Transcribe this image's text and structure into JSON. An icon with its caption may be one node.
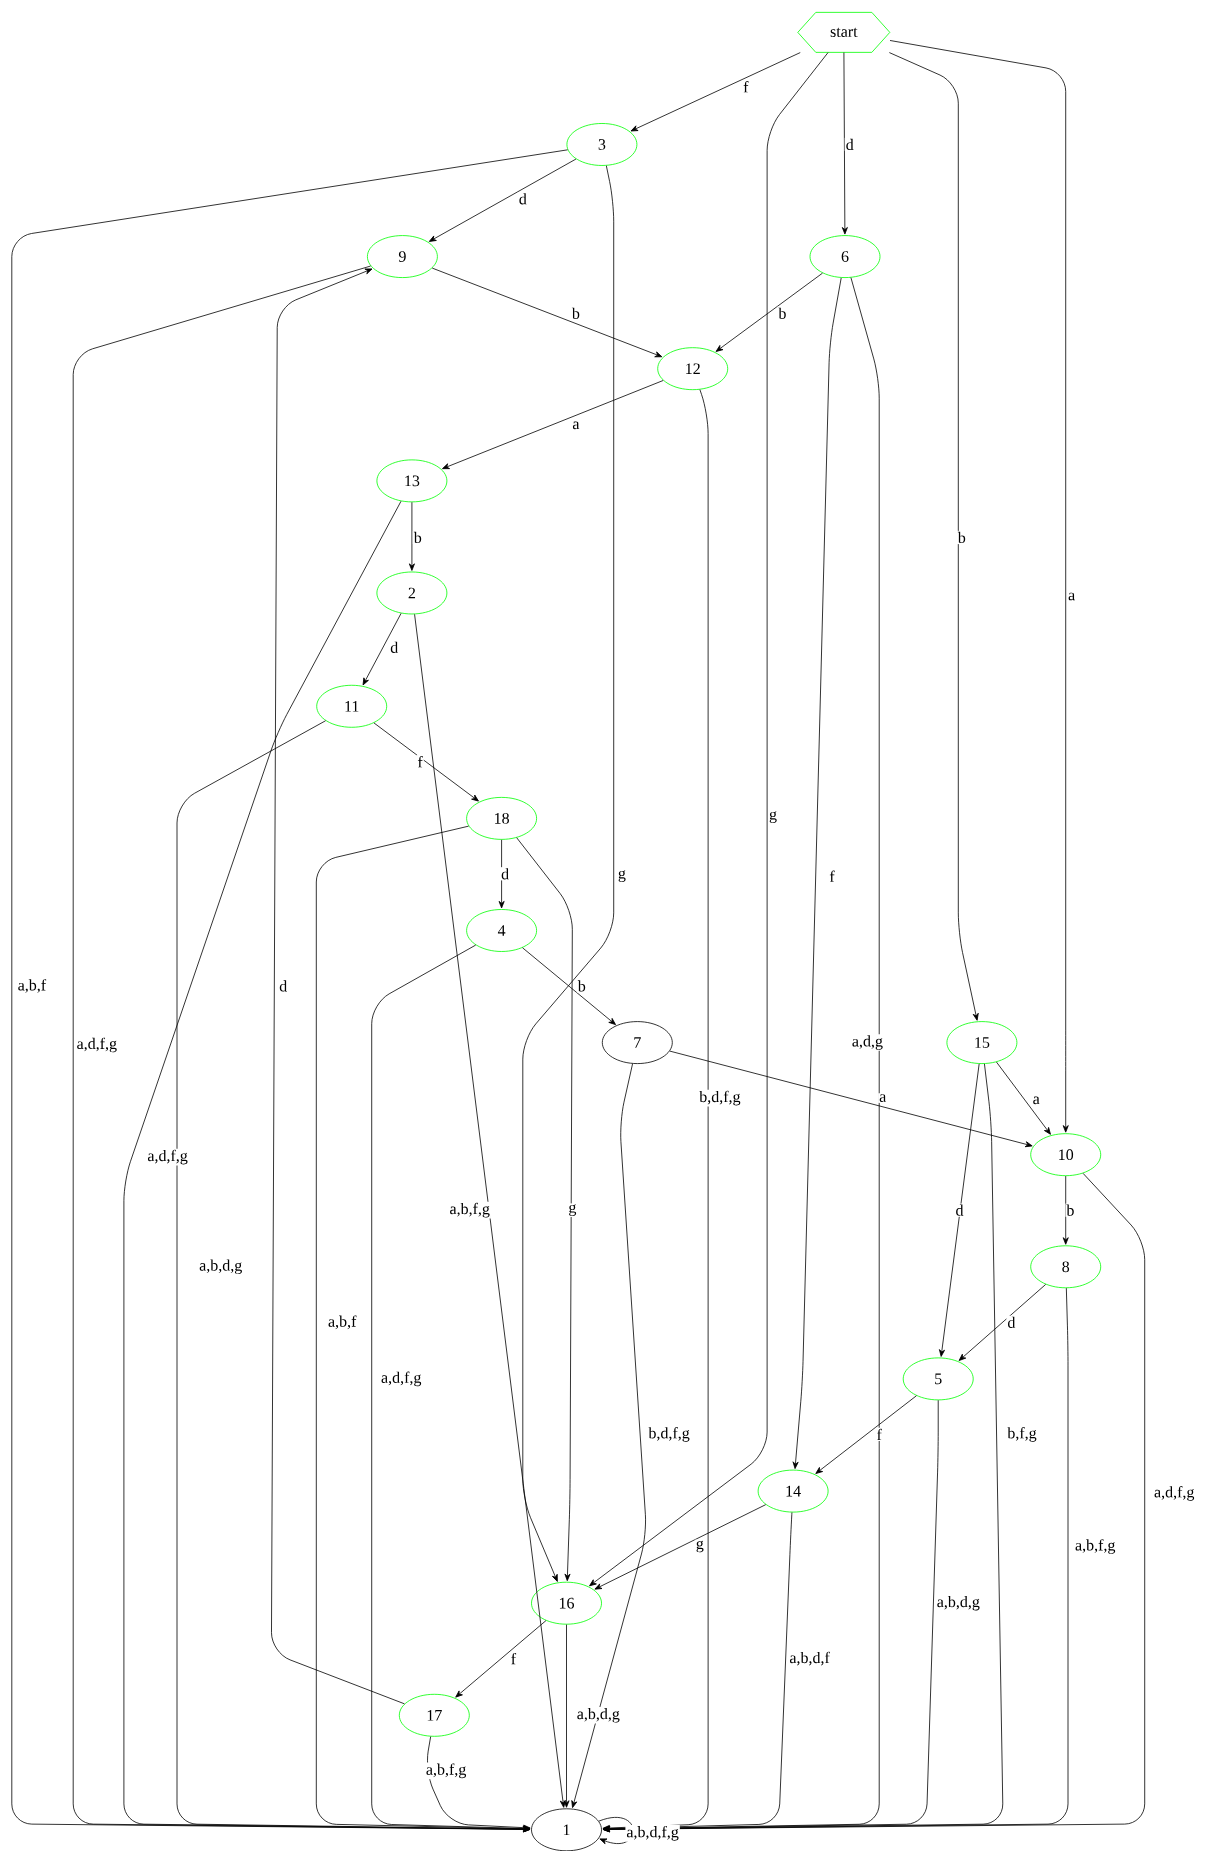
{
  "diagram": {
    "nodes": [
      {
        "text": [
          "start"
        ]
      },
      {
        "text": [
          "3"
        ]
      },
      {
        "text": [
          "6"
        ]
      },
      {
        "text": [
          "9"
        ]
      },
      {
        "text": [
          "12"
        ]
      },
      {
        "text": [
          "13"
        ]
      },
      {
        "text": [
          "2"
        ]
      },
      {
        "text": [
          "11"
        ]
      },
      {
        "text": [
          "18"
        ]
      },
      {
        "text": [
          "4"
        ]
      },
      {
        "text": [
          "7"
        ]
      },
      {
        "text": [
          "15"
        ]
      },
      {
        "text": [
          "10"
        ]
      },
      {
        "text": [
          "8"
        ]
      },
      {
        "text": [
          "5"
        ]
      },
      {
        "text": [
          "14"
        ]
      },
      {
        "text": [
          "16"
        ]
      },
      {
        "text": [
          "17"
        ]
      },
      {
        "text": [
          "1"
        ]
      }
    ],
    "edges": [
      {
        "from": 0,
        "to": 1,
        "arrow": "to",
        "label": "f"
      },
      {
        "from": 0,
        "to": 16,
        "arrow": "to",
        "label": "g"
      },
      {
        "from": 0,
        "to": 2,
        "arrow": "to",
        "label": "d"
      },
      {
        "from": 0,
        "to": 11,
        "arrow": "to",
        "label": "b"
      },
      {
        "from": 0,
        "to": 12,
        "arrow": "to",
        "label": "a"
      },
      {
        "from": 1,
        "to": 18,
        "arrow": "to",
        "label": "a,b,f"
      },
      {
        "from": 1,
        "to": 3,
        "arrow": "to",
        "label": "d"
      },
      {
        "from": 1,
        "to": 16,
        "arrow": "to",
        "label": "g"
      },
      {
        "from": 3,
        "to": 18,
        "arrow": "to",
        "label": "a,d,f,g"
      },
      {
        "from": 3,
        "to": 4,
        "arrow": "to",
        "label": "b"
      },
      {
        "from": 2,
        "to": 4,
        "arrow": "to",
        "label": "b"
      },
      {
        "from": 2,
        "to": 15,
        "arrow": "to",
        "label": "f"
      },
      {
        "from": 2,
        "to": 18,
        "arrow": "to",
        "label": "a,d,g"
      },
      {
        "from": 4,
        "to": 5,
        "arrow": "to",
        "label": "a"
      },
      {
        "from": 4,
        "to": 18,
        "arrow": "to",
        "label": "b,d,f,g"
      },
      {
        "from": 5,
        "to": 6,
        "arrow": "to",
        "label": "b"
      },
      {
        "from": 5,
        "to": 18,
        "arrow": "to",
        "label": "a,d,f,g"
      },
      {
        "from": 6,
        "to": 7,
        "arrow": "to",
        "label": "d"
      },
      {
        "from": 6,
        "to": 18,
        "arrow": "to",
        "label": "a,b,f,g"
      },
      {
        "from": 7,
        "to": 8,
        "arrow": "to",
        "label": "f"
      },
      {
        "from": 7,
        "to": 18,
        "arrow": "to",
        "label": "a,b,d,g"
      },
      {
        "from": 8,
        "to": 9,
        "arrow": "to",
        "label": "d"
      },
      {
        "from": 8,
        "to": 16,
        "arrow": "to",
        "label": "g"
      },
      {
        "from": 8,
        "to": 18,
        "arrow": "to",
        "label": "a,b,f"
      },
      {
        "from": 9,
        "to": 10,
        "arrow": "to",
        "label": "b"
      },
      {
        "from": 9,
        "to": 18,
        "arrow": "to",
        "label": "a,d,f,g"
      },
      {
        "from": 10,
        "to": 12,
        "arrow": "to",
        "label": "a"
      },
      {
        "from": 10,
        "to": 18,
        "arrow": "to",
        "label": "b,d,f,g"
      },
      {
        "from": 11,
        "to": 12,
        "arrow": "to",
        "label": "a"
      },
      {
        "from": 11,
        "to": 14,
        "arrow": "to",
        "label": "d"
      },
      {
        "from": 11,
        "to": 18,
        "arrow": "to",
        "label": "b,f,g"
      },
      {
        "from": 12,
        "to": 13,
        "arrow": "to",
        "label": "b"
      },
      {
        "from": 12,
        "to": 18,
        "arrow": "to",
        "label": "a,d,f,g"
      },
      {
        "from": 13,
        "to": 14,
        "arrow": "to",
        "label": "d"
      },
      {
        "from": 13,
        "to": 18,
        "arrow": "to",
        "label": "a,b,f,g"
      },
      {
        "from": 14,
        "to": 15,
        "arrow": "to",
        "label": "f"
      },
      {
        "from": 14,
        "to": 18,
        "arrow": "to",
        "label": "a,b,d,g"
      },
      {
        "from": 15,
        "to": 16,
        "arrow": "to",
        "label": "g"
      },
      {
        "from": 15,
        "to": 18,
        "arrow": "to",
        "label": "a,b,d,f"
      },
      {
        "from": 16,
        "to": 17,
        "arrow": "to",
        "label": "f"
      },
      {
        "from": 16,
        "to": 18,
        "arrow": "to",
        "label": "a,b,d,g"
      },
      {
        "from": 17,
        "to": 3,
        "arrow": "to",
        "label": "d"
      },
      {
        "from": 17,
        "to": 18,
        "arrow": "to",
        "label": "a,b,f,g"
      },
      {
        "from": 18,
        "to": 18,
        "arrow": "to",
        "label": "a,b,d,f,g"
      }
    ]
  }
}
